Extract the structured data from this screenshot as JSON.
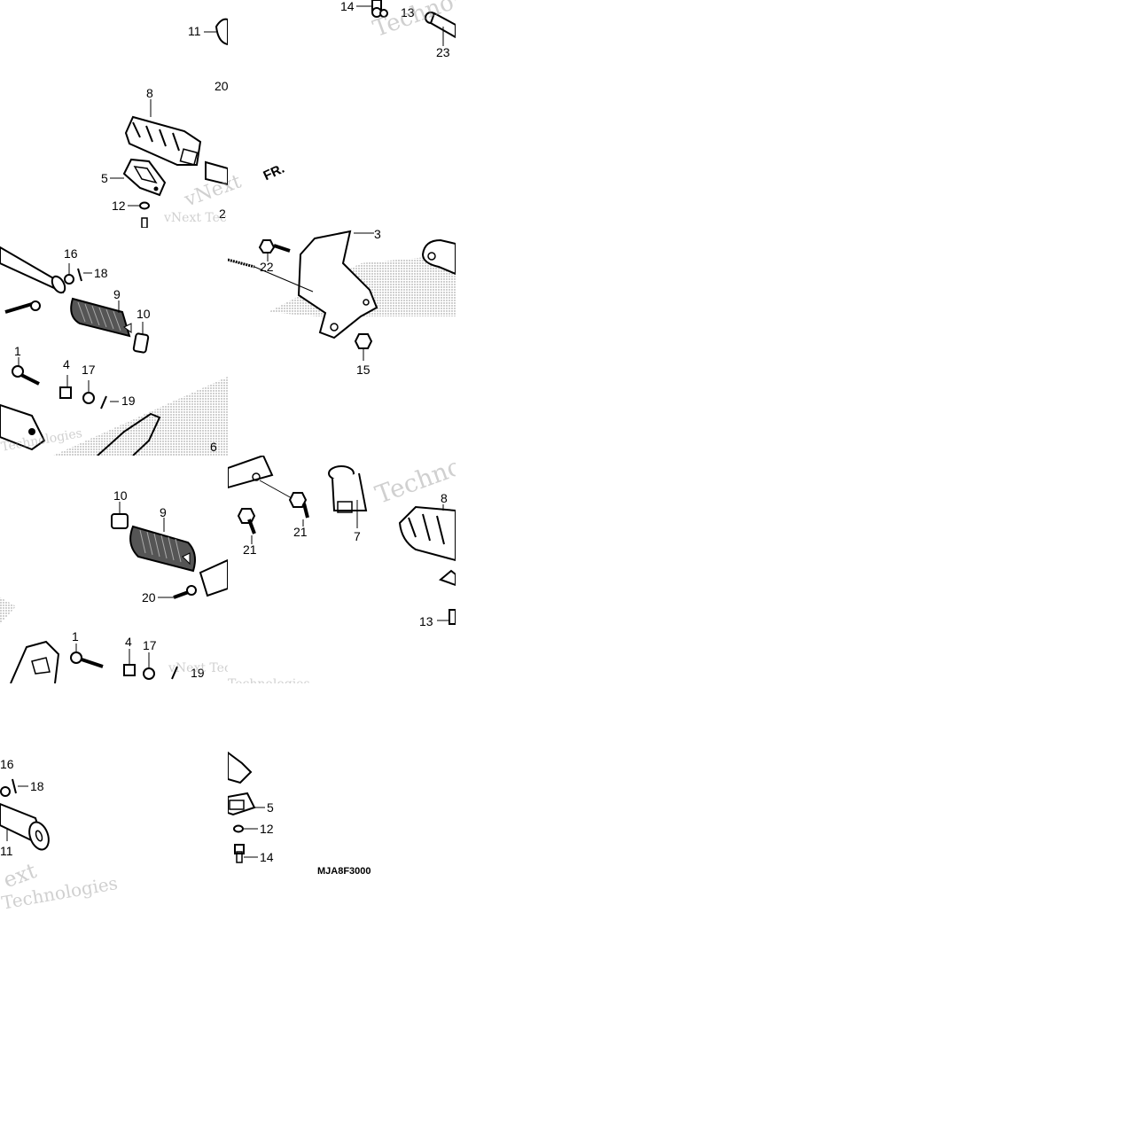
{
  "callouts": {
    "c1": "1",
    "c3": "3",
    "c4": "4",
    "c5": "5",
    "c6": "6",
    "c7": "7",
    "c8": "8",
    "c9": "9",
    "c10": "10",
    "c11": "11",
    "c12": "12",
    "c13": "13",
    "c14": "14",
    "c15": "15",
    "c16": "16",
    "c17": "17",
    "c18": "18",
    "c19": "19",
    "c20": "20",
    "c21": "21",
    "c22": "22",
    "c23": "23",
    "c2": "2"
  },
  "direction_label": "FR.",
  "diagram_code": "MJA8F3000",
  "watermark": {
    "line1": "vNext",
    "line2": "Technologies",
    "short": "vNext Tec",
    "ext": "ext"
  },
  "colors": {
    "line": "#000000",
    "stipple": "#888888",
    "background": "#ffffff"
  }
}
